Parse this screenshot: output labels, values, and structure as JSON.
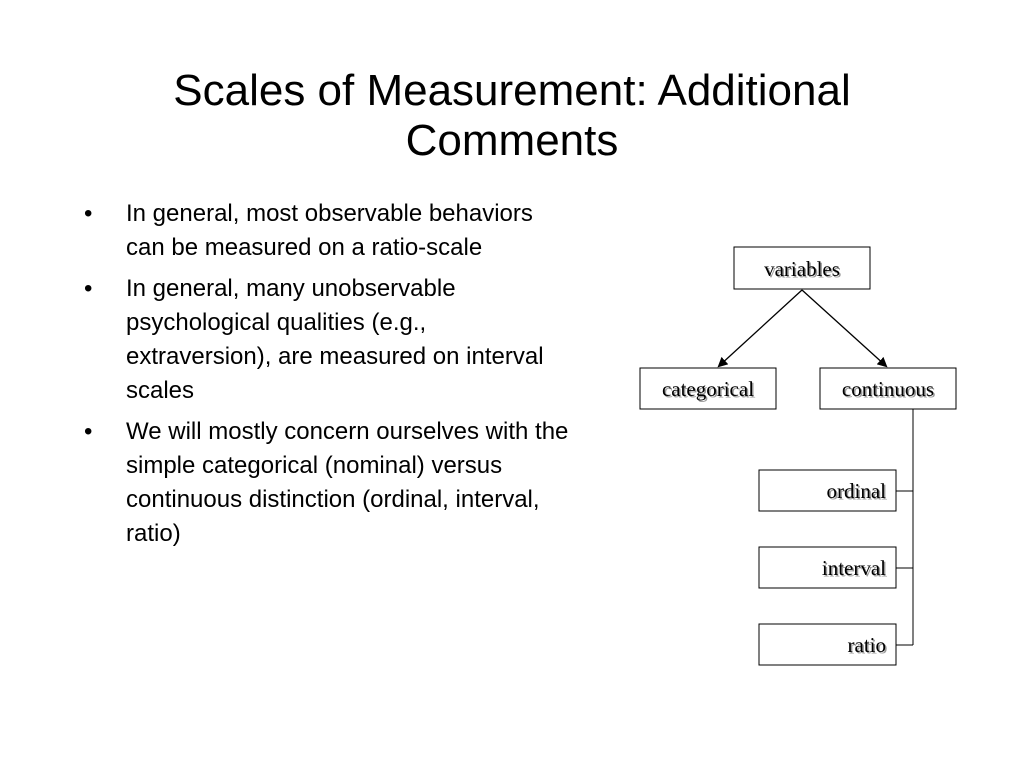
{
  "slide": {
    "title_line1": "Scales of Measurement: Additional",
    "title_line2": "Comments",
    "bullets": [
      "In general, most observable behaviors can be measured on a ratio-scale",
      "In general, many unobservable psychological qualities (e.g., extraversion), are measured on interval scales",
      "We will mostly concern ourselves with the simple categorical (nominal) versus continuous distinction (ordinal, interval, ratio)"
    ],
    "bullet_symbol": "•"
  },
  "diagram": {
    "root": "variables",
    "left_child": "categorical",
    "right_child": "continuous",
    "subtypes": [
      "ordinal",
      "interval",
      "ratio"
    ]
  }
}
